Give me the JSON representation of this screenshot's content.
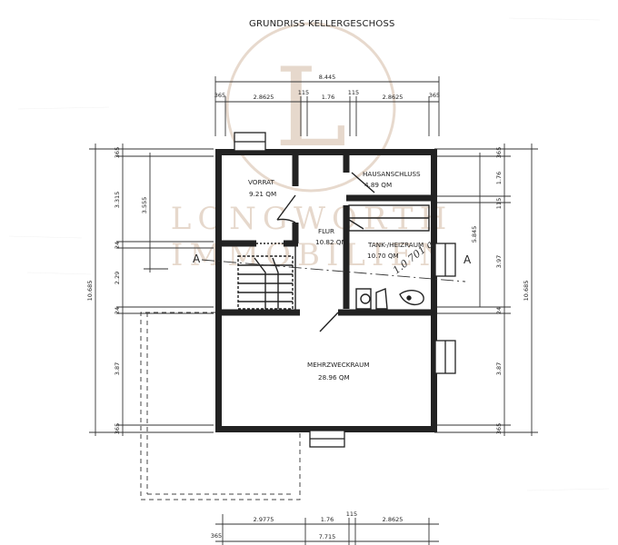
{
  "drawing": {
    "title": "GRUNDRISS KELLERGESCHOSS",
    "section_mark": "A",
    "handwritten_note": "1.0 701 a"
  },
  "watermark": {
    "monogram": "L",
    "line1": "LONGWORTH",
    "line2": "IMMOBILIEN"
  },
  "rooms": [
    {
      "id": "vorrat",
      "name": "VORRAT",
      "area": "9.21 QM"
    },
    {
      "id": "hausanschluss",
      "name": "HAUSANSCHLUSS",
      "area": "4.89 QM"
    },
    {
      "id": "flur",
      "name": "FLUR",
      "area": "10.82 QM"
    },
    {
      "id": "tank",
      "name": "TANK-/HEIZRAUM",
      "area": "10.70 QM"
    },
    {
      "id": "mehrzweck",
      "name": "MEHRZWECKRAUM",
      "area": "28.96 QM"
    }
  ],
  "dimensions": {
    "top_total": "8.445",
    "top_chain": [
      "365",
      "2.8625",
      "115",
      "1.76",
      "115",
      "2.8625",
      "365"
    ],
    "left_total": "10.685",
    "left_chain": [
      "365",
      "3.315",
      "24",
      "2.29",
      "24",
      "3.87",
      "365"
    ],
    "left_inner": "3.555",
    "right_total": "10.685",
    "right_chain": [
      "365",
      "1.76",
      "115",
      "3.97",
      "24",
      "3.87",
      "365"
    ],
    "right_inner": "5.845",
    "bottom_chain": [
      "365",
      "2.9775",
      "1.76",
      "115",
      "2.8625"
    ],
    "bottom_total": "7.715"
  }
}
